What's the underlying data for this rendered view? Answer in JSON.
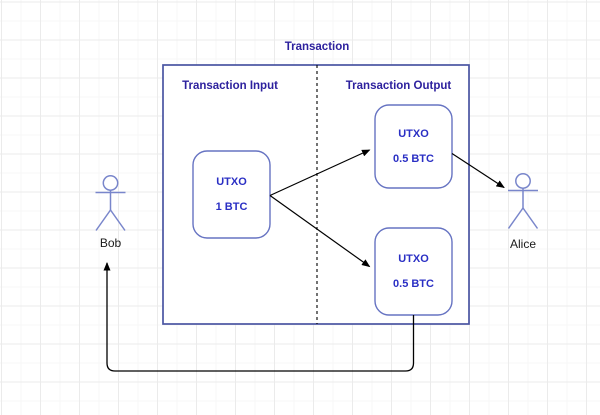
{
  "diagram": {
    "title": "Transaction",
    "input_section": {
      "label": "Transaction Input",
      "utxo": {
        "label": "UTXO",
        "amount": "1 BTC"
      }
    },
    "output_section": {
      "label": "Transaction Output",
      "utxos": [
        {
          "label": "UTXO",
          "amount": "0.5 BTC"
        },
        {
          "label": "UTXO",
          "amount": "0.5 BTC"
        }
      ]
    },
    "actors": {
      "sender": {
        "name": "Bob"
      },
      "receiver": {
        "name": "Alice"
      }
    },
    "colors": {
      "heading_text": "#2d219e",
      "utxo_text": "#2a2fc4",
      "utxo_box_border": "#6673c2",
      "container_border": "#4a55a2",
      "actor_stroke": "#7986cb",
      "arrow": "#000000",
      "grid_line": "#ebebeb",
      "background": "#ffffff"
    }
  }
}
